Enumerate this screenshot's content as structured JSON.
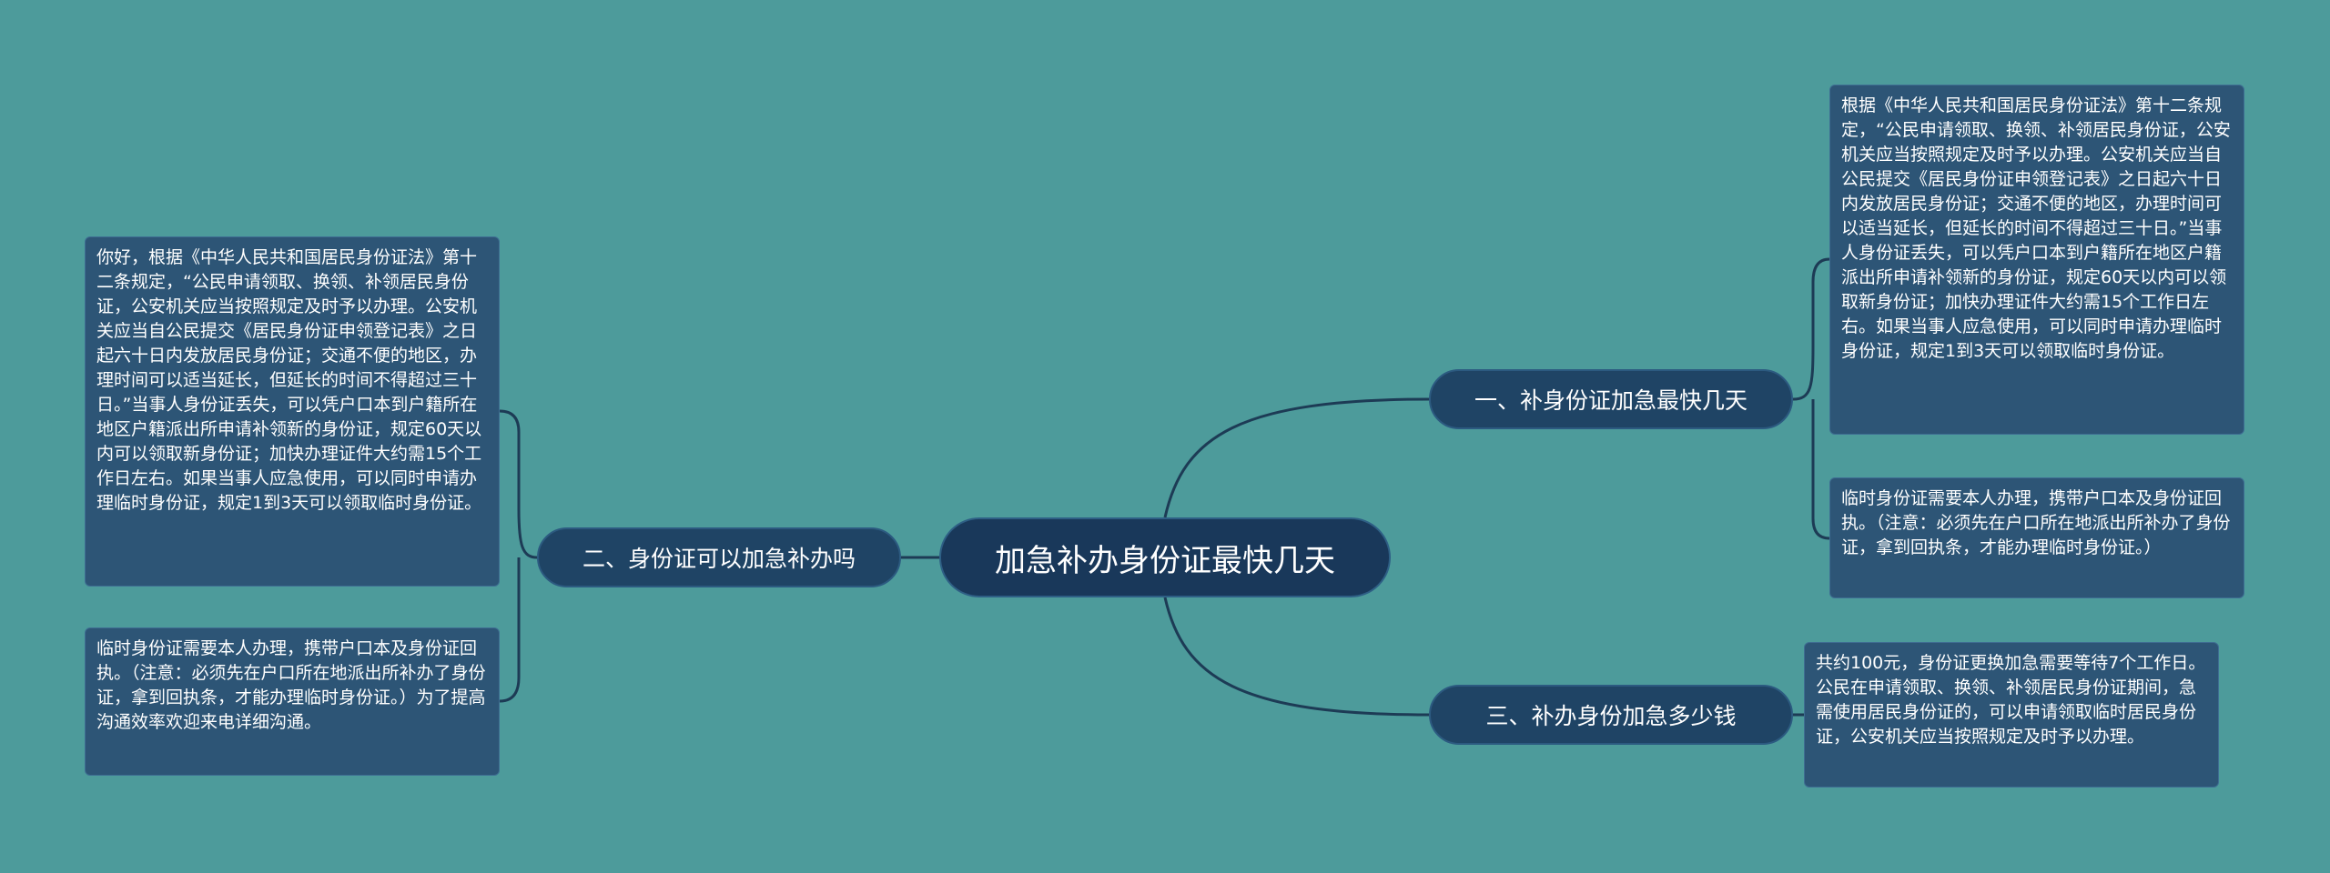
{
  "mindmap": {
    "root": "加急补办身份证最快几天",
    "branches": [
      {
        "label": "一、补身份证加急最快几天",
        "details": [
          "根据《中华人民共和国居民身份证法》第十二条规定，“公民申请领取、换领、补领居民身份证，公安机关应当按照规定及时予以办理。公安机关应当自公民提交《居民身份证申领登记表》之日起六十日内发放居民身份证；交通不便的地区，办理时间可以适当延长，但延长的时间不得超过三十日。”当事人身份证丢失，可以凭户口本到户籍所在地区户籍派出所申请补领新的身份证，规定60天以内可以领取新身份证；加快办理证件大约需15个工作日左右。如果当事人应急使用，可以同时申请办理临时身份证，规定1到3天可以领取临时身份证。",
          "临时身份证需要本人办理，携带户口本及身份证回执。（注意：必须先在户口所在地派出所补办了身份证，拿到回执条，才能办理临时身份证。）"
        ]
      },
      {
        "label": "二、身份证可以加急补办吗",
        "details": [
          "你好，根据《中华人民共和国居民身份证法》第十二条规定，“公民申请领取、换领、补领居民身份证，公安机关应当按照规定及时予以办理。公安机关应当自公民提交《居民身份证申领登记表》之日起六十日内发放居民身份证；交通不便的地区，办理时间可以适当延长，但延长的时间不得超过三十日。”当事人身份证丢失，可以凭户口本到户籍所在地区户籍派出所申请补领新的身份证，规定60天以内可以领取新身份证；加快办理证件大约需15个工作日左右。如果当事人应急使用，可以同时申请办理临时身份证，规定1到3天可以领取临时身份证。",
          "临时身份证需要本人办理，携带户口本及身份证回执。（注意：必须先在户口所在地派出所补办了身份证，拿到回执条，才能办理临时身份证。）为了提高沟通效率欢迎来电详细沟通。"
        ]
      },
      {
        "label": "三、补办身份加急多少钱",
        "details": [
          "共约100元，身份证更换加急需要等待7个工作日。公民在申请领取、换领、补领居民身份证期间，急需使用居民身份证的，可以申请领取临时居民身份证，公安机关应当按照规定及时予以办理。"
        ]
      }
    ]
  },
  "colors": {
    "background": "#4d9b9b",
    "node_fill": "#19385a",
    "leaf_fill": "#2d5576",
    "connector": "#1d3b55"
  }
}
